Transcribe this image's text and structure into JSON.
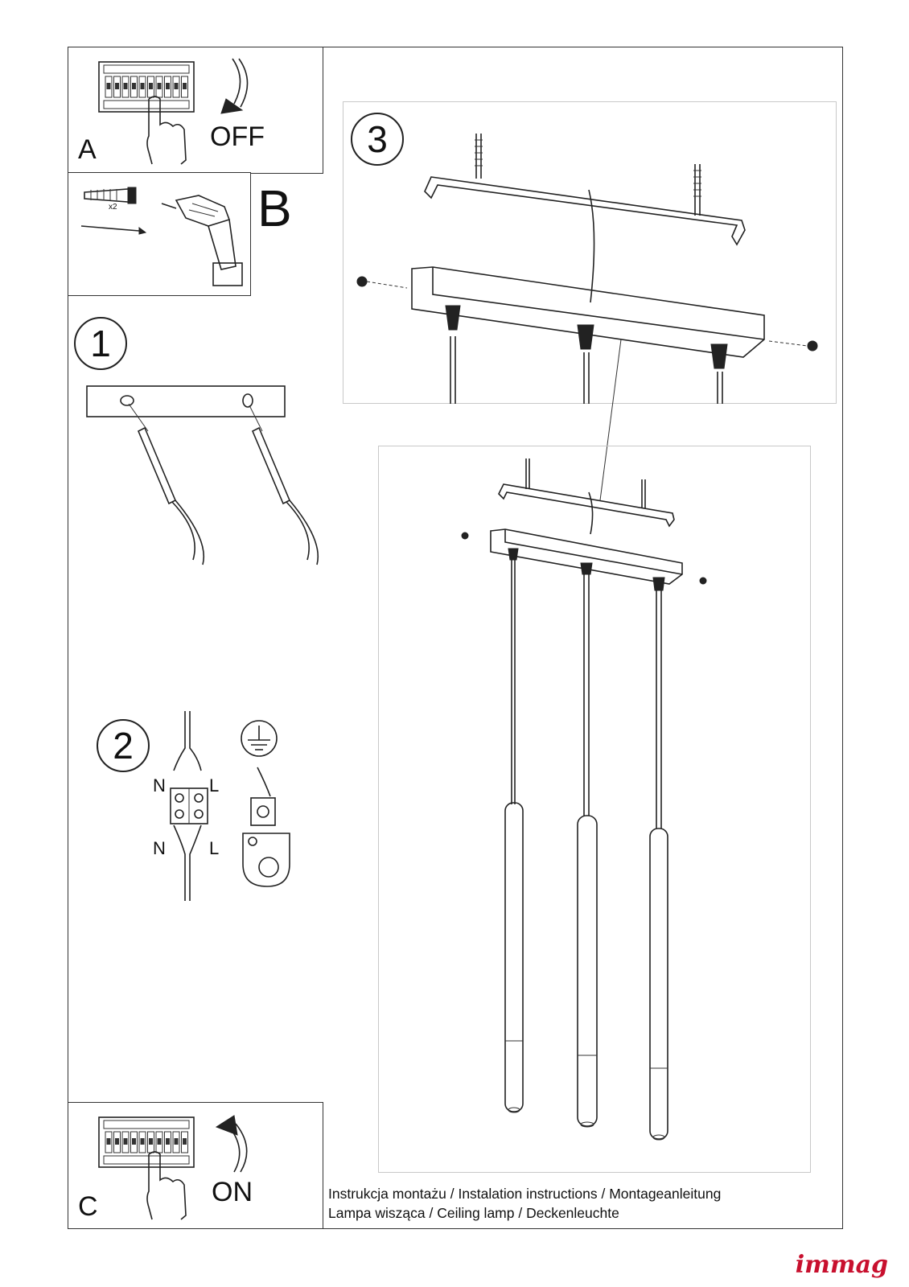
{
  "steps": {
    "a": {
      "letter": "A",
      "label": "OFF",
      "icon": "breaker-panel-off-icon"
    },
    "b": {
      "letter": "B",
      "anchor_count": "x2",
      "icon": "drill-icon"
    },
    "c": {
      "letter": "C",
      "label": "ON",
      "icon": "breaker-panel-on-icon"
    },
    "one": {
      "number": "1"
    },
    "two": {
      "number": "2",
      "n_label_top": "N",
      "l_label_top": "L",
      "n_label_bottom": "N",
      "l_label_bottom": "L",
      "icon": "ground-symbol-icon"
    },
    "three": {
      "number": "3"
    }
  },
  "caption": {
    "line1": "Instrukcja montażu / Instalation instructions / Montageanleitung",
    "line2": "Lampa wisząca / Ceiling lamp / Deckenleuchte"
  },
  "brand": {
    "logo_text": "immag",
    "color": "#c8102e"
  }
}
